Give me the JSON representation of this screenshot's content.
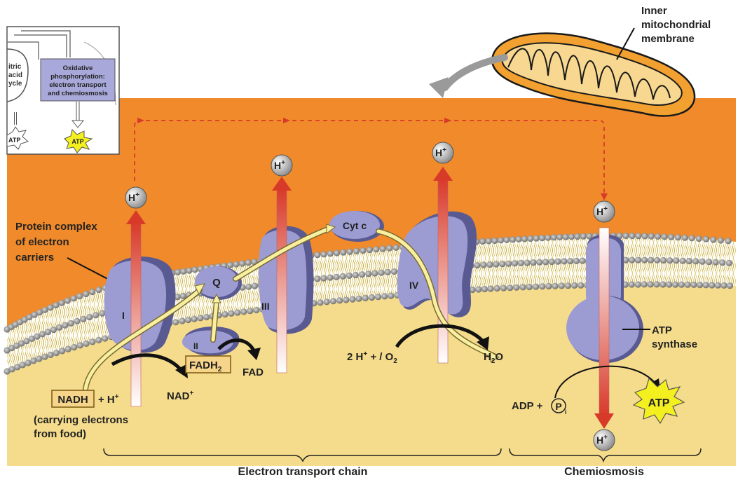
{
  "inset": {
    "partial_label_1_line1": "itric",
    "partial_label_1_line2": "acid",
    "partial_label_1_line3": "ycle",
    "box_line1": "Oxidative",
    "box_line2": "phosphorylation:",
    "box_line3": "electron transport",
    "box_line4": "and chemiosmosis",
    "atp_partial": "ATP",
    "atp": "ATP"
  },
  "mitochondrion_label": {
    "line1": "Inner",
    "line2": "mitochondrial",
    "line3": "membrane"
  },
  "protein_complex_label": {
    "line1": "Protein complex",
    "line2": "of electron",
    "line3": "carriers"
  },
  "complexes": {
    "I": "I",
    "II": "II",
    "III": "III",
    "IV": "IV",
    "Q": "Q",
    "cyt_c": "Cyt c"
  },
  "ion": {
    "proton": "H",
    "charge": "+"
  },
  "reactions": {
    "nadh": "NADH",
    "nadh_plus": "+ H",
    "nad": "NAD",
    "fadh2": "FADH",
    "fadh2_sub": "2",
    "fad": "FAD",
    "oxygen_lhs": "2 H",
    "oxygen_mid": " + / O",
    "oxygen_sub": "2",
    "water": "H",
    "water_sub": "2",
    "water_o": "O",
    "carry_line1": "(carrying electrons",
    "carry_line2": "from food)"
  },
  "synthase": {
    "label_line1": "ATP",
    "label_line2": "synthase",
    "adp": "ADP +",
    "pi_letter": "P",
    "pi_sub": "i",
    "atp": "ATP"
  },
  "sections": {
    "etc": "Electron transport chain",
    "chemiosmosis": "Chemiosmosis"
  },
  "colors": {
    "intermembrane": "#f08a2a",
    "matrix": "#f5dc8c",
    "lipid_head": "#8a8a8a",
    "lipid_tail": "#d8c25a",
    "protein": "#9c9cd2",
    "protein_dark": "#5a5a92",
    "proton_arrow": "#d83a2a",
    "electron_path": "#f8f0a0",
    "atp_burst": "#f4f020",
    "nadh_box": "#f6d48a",
    "mito_outer": "#f2a030"
  }
}
